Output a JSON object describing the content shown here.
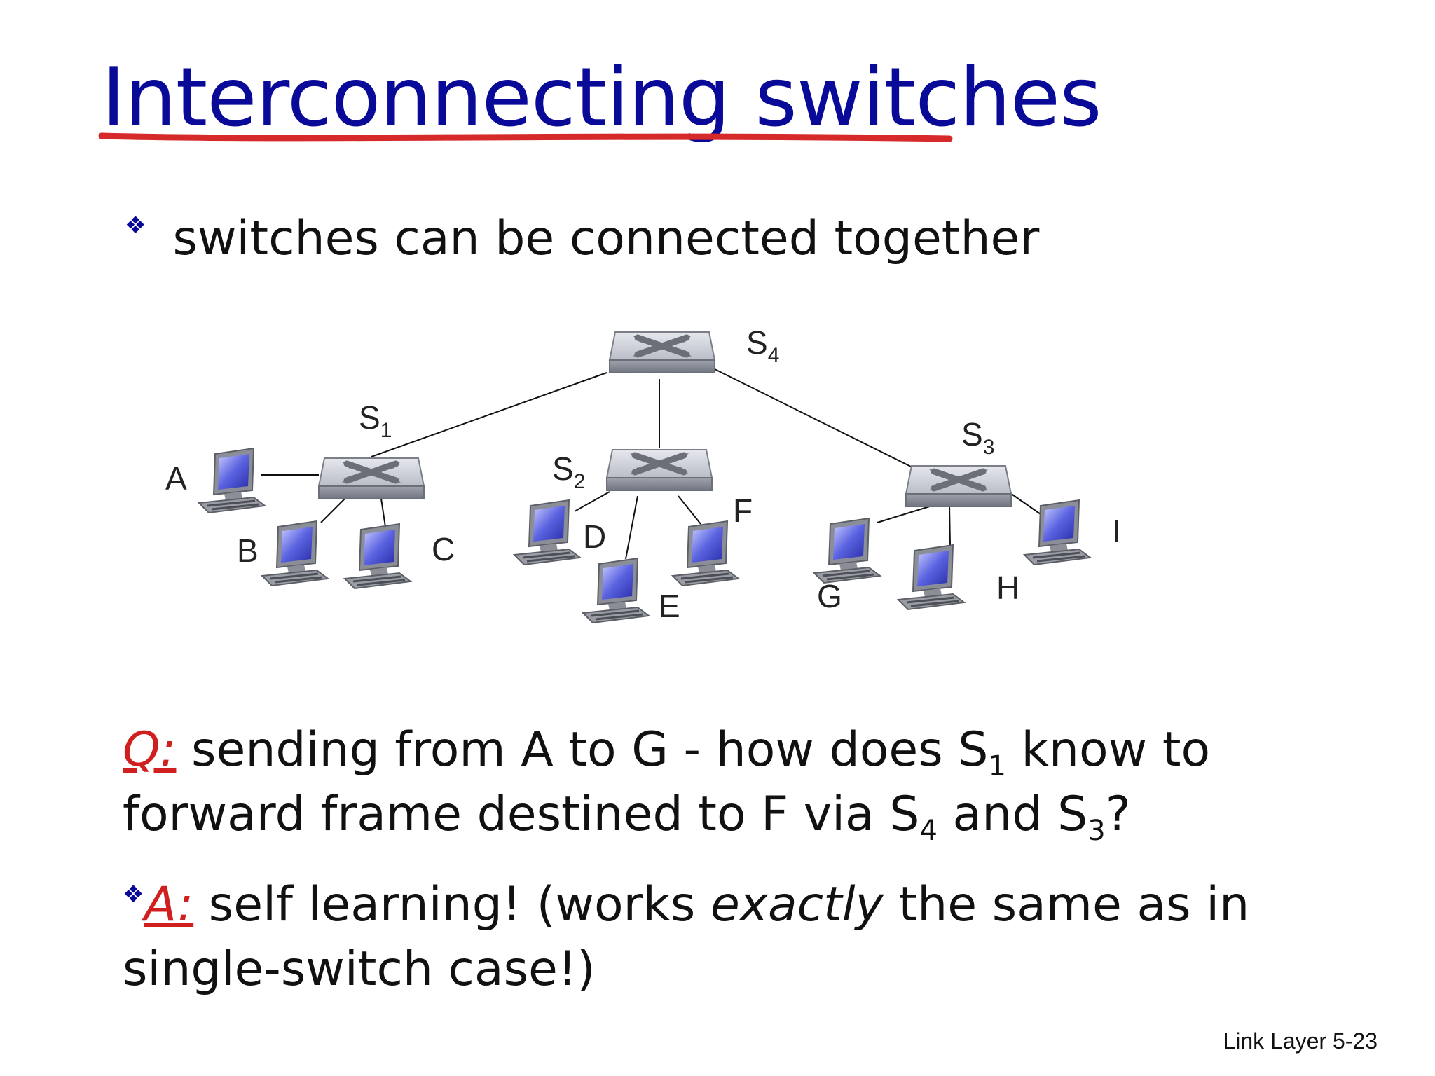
{
  "title": "Interconnecting switches",
  "bullet": "switches can be connected together",
  "diagram": {
    "switches": [
      {
        "id": "S4",
        "letter": "S",
        "sub": "4"
      },
      {
        "id": "S1",
        "letter": "S",
        "sub": "1"
      },
      {
        "id": "S2",
        "letter": "S",
        "sub": "2"
      },
      {
        "id": "S3",
        "letter": "S",
        "sub": "3"
      }
    ],
    "hosts": [
      "A",
      "B",
      "C",
      "D",
      "E",
      "F",
      "G",
      "H",
      "I"
    ]
  },
  "question": {
    "q_label": "Q:",
    "part1": " sending from A to G - how does S",
    "sub1": "1",
    "part2": " know to forward frame destined to F via S",
    "sub2": "4",
    "part3": " and S",
    "sub3": "3",
    "part4": "?"
  },
  "answer": {
    "a_label": "A:",
    "part1": " self learning! (works ",
    "emph": "exactly",
    "part2": " the same as in single-switch case!)"
  },
  "footer": "Link Layer  5-23",
  "colors": {
    "title": "#0a0a99",
    "underline": "#d62a2a",
    "qa_red": "#d01f1f"
  }
}
